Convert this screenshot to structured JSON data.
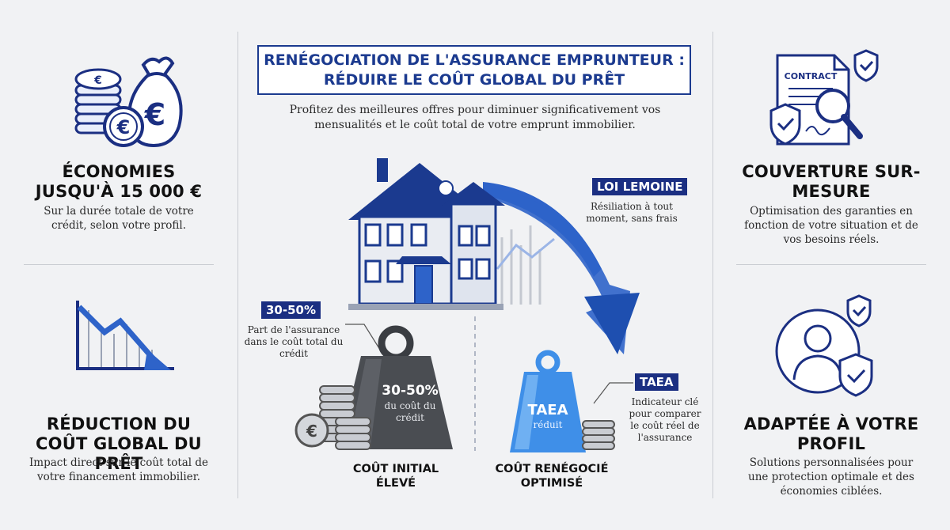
{
  "title": "Renégociation de l'assurance emprunteur : réduire le coût global du prêt",
  "subtitle": "Profitez des meilleures offres pour diminuer significativement vos mensualités et le coût total de votre emprunt immobilier.",
  "panels": {
    "top_left": {
      "icon": "money-bag-icon",
      "heading": "Économies jusqu'à 15 000 €",
      "text": "Sur la durée totale de votre crédit, selon votre profil."
    },
    "bottom_left": {
      "icon": "chart-down-icon",
      "heading": "Réduction du coût global du prêt",
      "text": "Impact direct sur le coût total de votre financement immobilier."
    },
    "top_right": {
      "icon": "contract-icon",
      "icon_label": "CONTRACT",
      "heading": "Couverture sur-mesure",
      "text": "Optimisation des garanties en fonction de votre situation et de vos besoins réels."
    },
    "bottom_right": {
      "icon": "user-shield-icon",
      "heading": "Adaptée à votre profil",
      "text": "Solutions personnalisées pour une protection optimale et des économies ciblées."
    }
  },
  "center": {
    "loi_lemoine": {
      "tag": "Loi Lemoine",
      "text": "Résiliation à tout moment, sans frais"
    },
    "share": {
      "tag": "30-50%",
      "text": "Part de l'assurance dans le coût total du crédit"
    },
    "taea": {
      "tag": "TAEA",
      "text": "Indicateur clé pour comparer le coût réel de l'assurance"
    },
    "heavy_weight": {
      "value": "30-50%",
      "sub": "du coût du crédit",
      "caption": "Coût initial élevé"
    },
    "light_weight": {
      "value": "TAEA",
      "sub": "réduit",
      "caption": "Coût renégocié optimisé"
    },
    "colors": {
      "navy": "#1b2f82",
      "blue": "#2e63c9",
      "light_blue": "#3f8fe8",
      "dark_gray": "#4a4d52"
    }
  }
}
